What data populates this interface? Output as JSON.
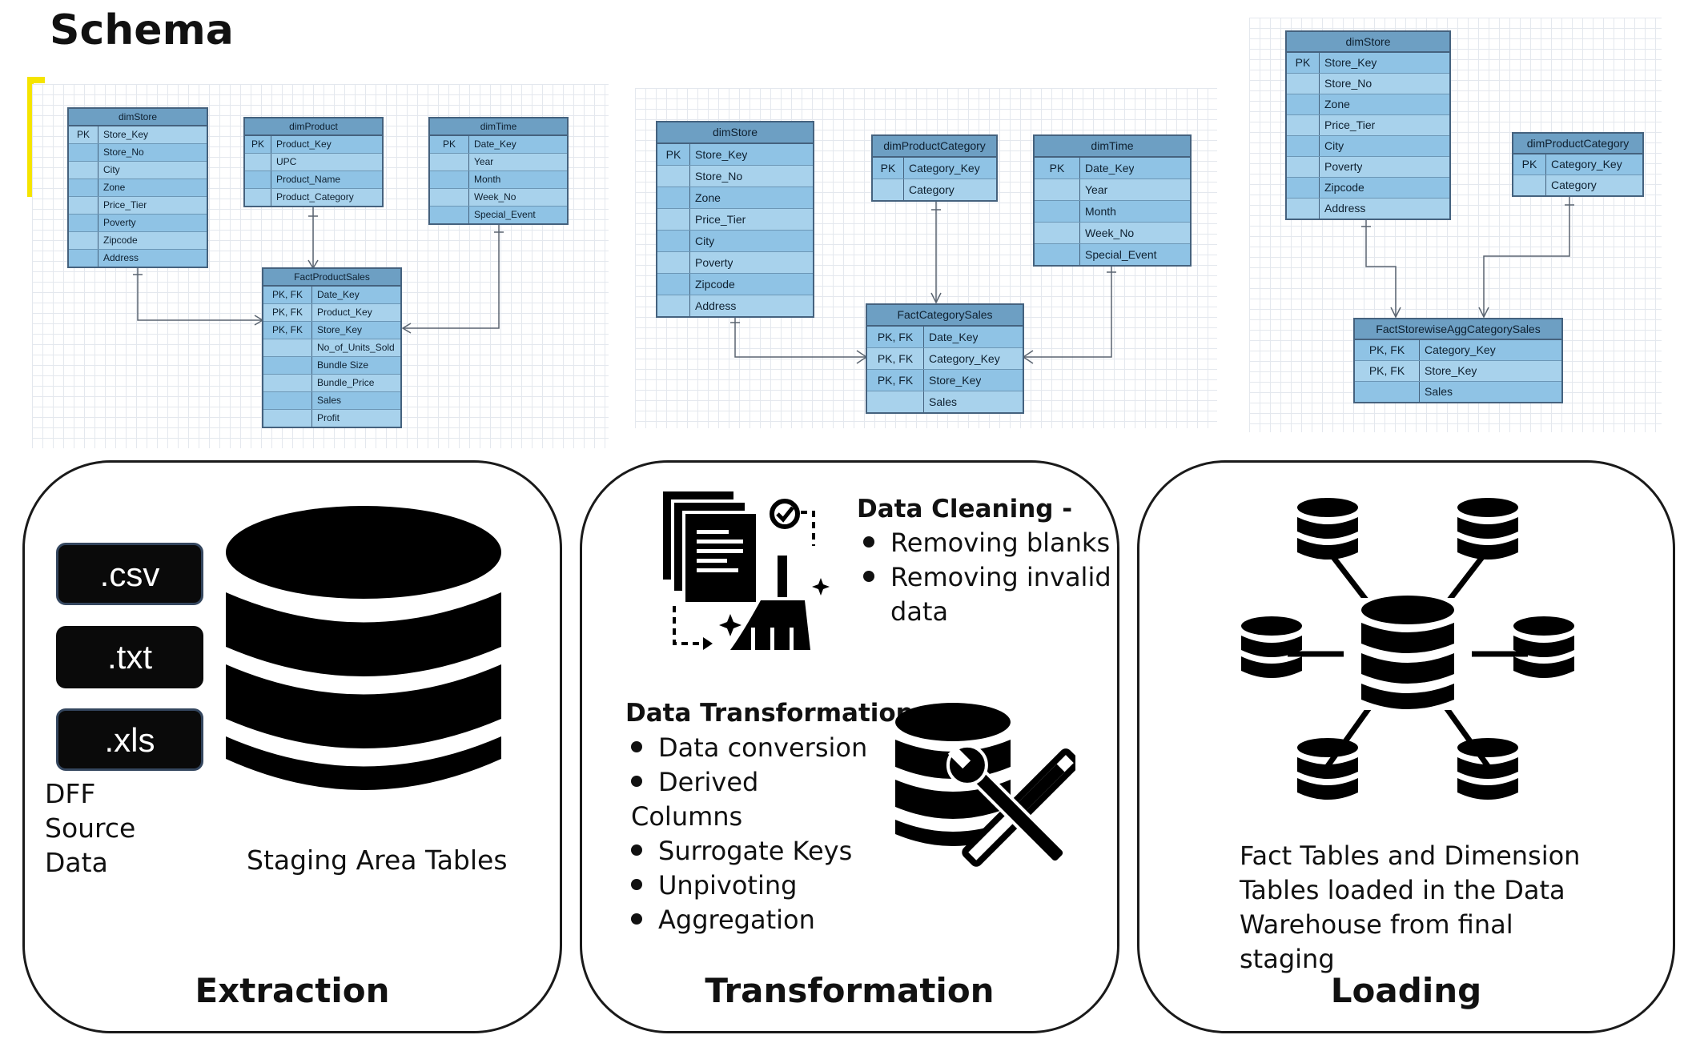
{
  "title": "Schema",
  "schema1": {
    "dimStore": {
      "name": "dimStore",
      "pk": "PK",
      "cols": [
        "Store_Key",
        "Store_No",
        "City",
        "Zone",
        "Price_Tier",
        "Poverty",
        "Zipcode",
        "Address"
      ]
    },
    "dimProduct": {
      "name": "dimProduct",
      "pk": "PK",
      "cols": [
        "Product_Key",
        "UPC",
        "Product_Name",
        "Product_Category"
      ]
    },
    "dimTime": {
      "name": "dimTime",
      "pk": "PK",
      "cols": [
        "Date_Key",
        "Year",
        "Month",
        "Week_No",
        "Special_Event"
      ]
    },
    "fact": {
      "name": "FactProductSales",
      "keys": [
        "PK, FK",
        "PK, FK",
        "PK, FK",
        "",
        "",
        "",
        "",
        ""
      ],
      "cols": [
        "Date_Key",
        "Product_Key",
        "Store_Key",
        "No_of_Units_Sold",
        "Bundle Size",
        "Bundle_Price",
        "Sales",
        "Profit"
      ]
    }
  },
  "schema2": {
    "dimStore": {
      "name": "dimStore",
      "pk": "PK",
      "cols": [
        "Store_Key",
        "Store_No",
        "Zone",
        "Price_Tier",
        "City",
        "Poverty",
        "Zipcode",
        "Address"
      ]
    },
    "dimProductCategory": {
      "name": "dimProductCategory",
      "pk": "PK",
      "cols": [
        "Category_Key",
        "Category"
      ]
    },
    "dimTime": {
      "name": "dimTime",
      "pk": "PK",
      "cols": [
        "Date_Key",
        "Year",
        "Month",
        "Week_No",
        "Special_Event"
      ]
    },
    "fact": {
      "name": "FactCategorySales",
      "keys": [
        "PK, FK",
        "PK, FK",
        "PK, FK",
        ""
      ],
      "cols": [
        "Date_Key",
        "Category_Key",
        "Store_Key",
        "Sales"
      ]
    }
  },
  "schema3": {
    "dimStore": {
      "name": "dimStore",
      "pk": "PK",
      "cols": [
        "Store_Key",
        "Store_No",
        "Zone",
        "Price_Tier",
        "City",
        "Poverty",
        "Zipcode",
        "Address"
      ]
    },
    "dimProductCategory": {
      "name": "dimProductCategory",
      "pk": "PK",
      "cols": [
        "Category_Key",
        "Category"
      ]
    },
    "fact": {
      "name": "FactStorewiseAggCategorySales",
      "keys": [
        "PK, FK",
        "PK, FK",
        ""
      ],
      "cols": [
        "Category_Key",
        "Store_Key",
        "Sales"
      ]
    }
  },
  "extraction": {
    "label": "Extraction",
    "files": [
      ".csv",
      ".txt",
      ".xls"
    ],
    "source_label": "DFF Source Data",
    "staging_label": "Staging Area Tables"
  },
  "transformation": {
    "label": "Transformation",
    "cleaning_head": "Data Cleaning -",
    "cleaning_items": [
      "Removing blanks",
      "Removing invalid data"
    ],
    "transform_head": "Data Transformation -",
    "transform_items": [
      "Data conversion",
      "Derived Columns",
      "Surrogate Keys",
      "Unpivoting",
      "Aggregation"
    ]
  },
  "loading": {
    "label": "Loading",
    "description": "Fact Tables and Dimension Tables loaded in the Data Warehouse from final staging"
  },
  "colors": {
    "table_fill": "#92c4e4",
    "table_header": "#6d9fc3",
    "table_border": "#45627e",
    "accent_yellow": "#f5e400"
  }
}
